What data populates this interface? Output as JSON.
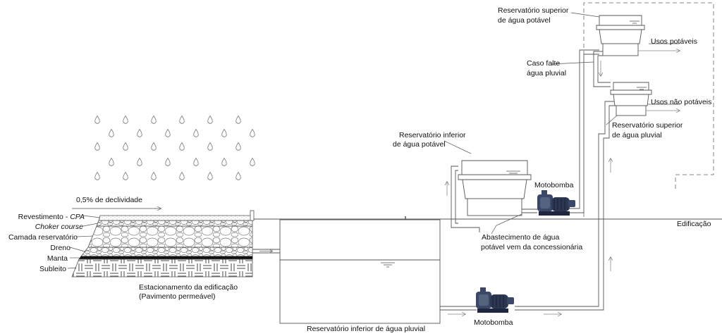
{
  "labels": {
    "declividade": "0,5% de declividade",
    "revestimento": "Revestimento - ",
    "revestimento_italic": "CPA",
    "choker": "Choker course",
    "camada": "Camada reservatório",
    "dreno": "Dreno",
    "manta": "Manta",
    "subleito": "Subleito",
    "estacionamento_l1": "Estacionamento da edificação",
    "estacionamento_l2": "(Pavimento permeável)",
    "res_inf_pluvial": "Reservatório inferior de água pluvial",
    "motobomba_bottom": "Motobomba",
    "res_inf_potavel_l1": "Reservatório inferior",
    "res_inf_potavel_l2": "de água potável",
    "motobomba_top": "Motobomba",
    "abastecimento_l1": "Abastecimento de água",
    "abastecimento_l2": "potável vem da concessionária",
    "edificacao": "Edificação",
    "res_sup_potavel_l1": "Reservatório superior",
    "res_sup_potavel_l2": "de água potável",
    "usos_potaveis": "Usos potáveis",
    "caso_falte_l1": "Caso falte",
    "caso_falte_l2": "água pluvial",
    "usos_nao_potaveis": "Usos não potáveis",
    "res_sup_pluvial_l1": "Reservatório superior",
    "res_sup_pluvial_l2": "de água pluvial"
  },
  "colors": {
    "line": "#555555",
    "pump_body": "#3a4766",
    "pump_dark": "#1f2740"
  },
  "icons": [
    "raindrop-icon",
    "pump-icon",
    "water-level-icon",
    "flow-arrow-icon"
  ]
}
